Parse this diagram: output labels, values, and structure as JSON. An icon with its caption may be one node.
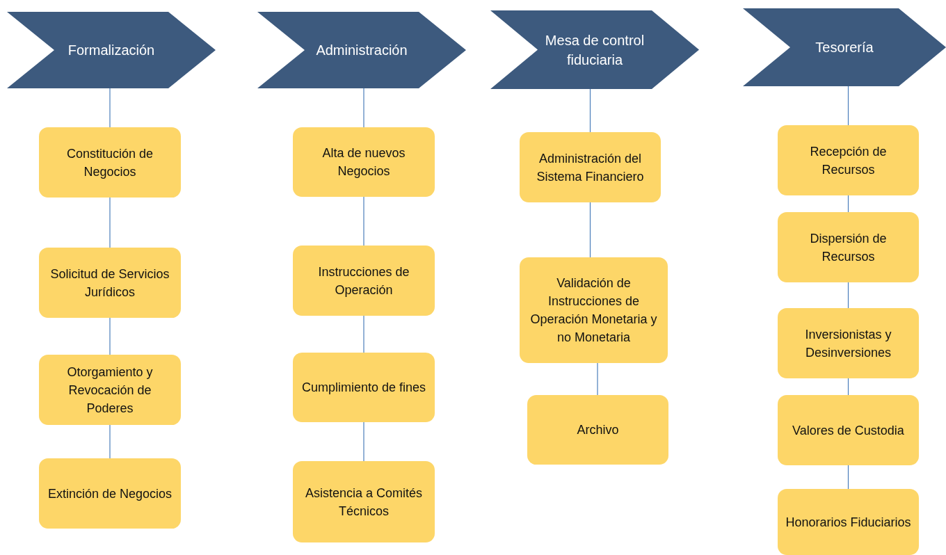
{
  "diagram": {
    "nodes": [
      {
        "text": [
          "Formalización"
        ]
      },
      {
        "text": [
          "Constitución de Negocios"
        ]
      },
      {
        "text": [
          "Solicitud de Servicios Jurídicos"
        ]
      },
      {
        "text": [
          "Otorgamiento y Revocación de Poderes"
        ]
      },
      {
        "text": [
          "Extinción de Negocios"
        ]
      },
      {
        "text": [
          "Administración"
        ]
      },
      {
        "text": [
          "Alta de nuevos Negocios"
        ]
      },
      {
        "text": [
          "Instrucciones de Operación"
        ]
      },
      {
        "text": [
          "Cumplimiento de fines"
        ]
      },
      {
        "text": [
          "Asistencia a Comités Técnicos"
        ]
      },
      {
        "text": [
          "Mesa de control fiduciaria"
        ]
      },
      {
        "text": [
          "Administración del Sistema Financiero"
        ]
      },
      {
        "text": [
          "Validación de Instrucciones de Operación Monetaria y no Monetaria"
        ]
      },
      {
        "text": [
          "Archivo"
        ]
      },
      {
        "text": [
          "Tesorería"
        ]
      },
      {
        "text": [
          "Recepción de Recursos"
        ]
      },
      {
        "text": [
          "Dispersión de Recursos"
        ]
      },
      {
        "text": [
          "Inversionistas y Desinversiones"
        ]
      },
      {
        "text": [
          "Valores de Custodia"
        ]
      },
      {
        "text": [
          "Honorarios Fiduciarios"
        ]
      }
    ],
    "edges": [
      {
        "from": 0,
        "to": 1,
        "arrow": "none"
      },
      {
        "from": 1,
        "to": 2,
        "arrow": "none"
      },
      {
        "from": 2,
        "to": 3,
        "arrow": "none"
      },
      {
        "from": 3,
        "to": 4,
        "arrow": "none"
      },
      {
        "from": 5,
        "to": 6,
        "arrow": "none"
      },
      {
        "from": 6,
        "to": 7,
        "arrow": "none"
      },
      {
        "from": 7,
        "to": 8,
        "arrow": "none"
      },
      {
        "from": 8,
        "to": 9,
        "arrow": "none"
      },
      {
        "from": 10,
        "to": 11,
        "arrow": "none"
      },
      {
        "from": 11,
        "to": 12,
        "arrow": "none"
      },
      {
        "from": 12,
        "to": 13,
        "arrow": "none"
      },
      {
        "from": 14,
        "to": 15,
        "arrow": "none"
      },
      {
        "from": 15,
        "to": 16,
        "arrow": "none"
      },
      {
        "from": 16,
        "to": 17,
        "arrow": "none"
      },
      {
        "from": 17,
        "to": 18,
        "arrow": "none"
      },
      {
        "from": 18,
        "to": 19,
        "arrow": "none"
      }
    ]
  }
}
